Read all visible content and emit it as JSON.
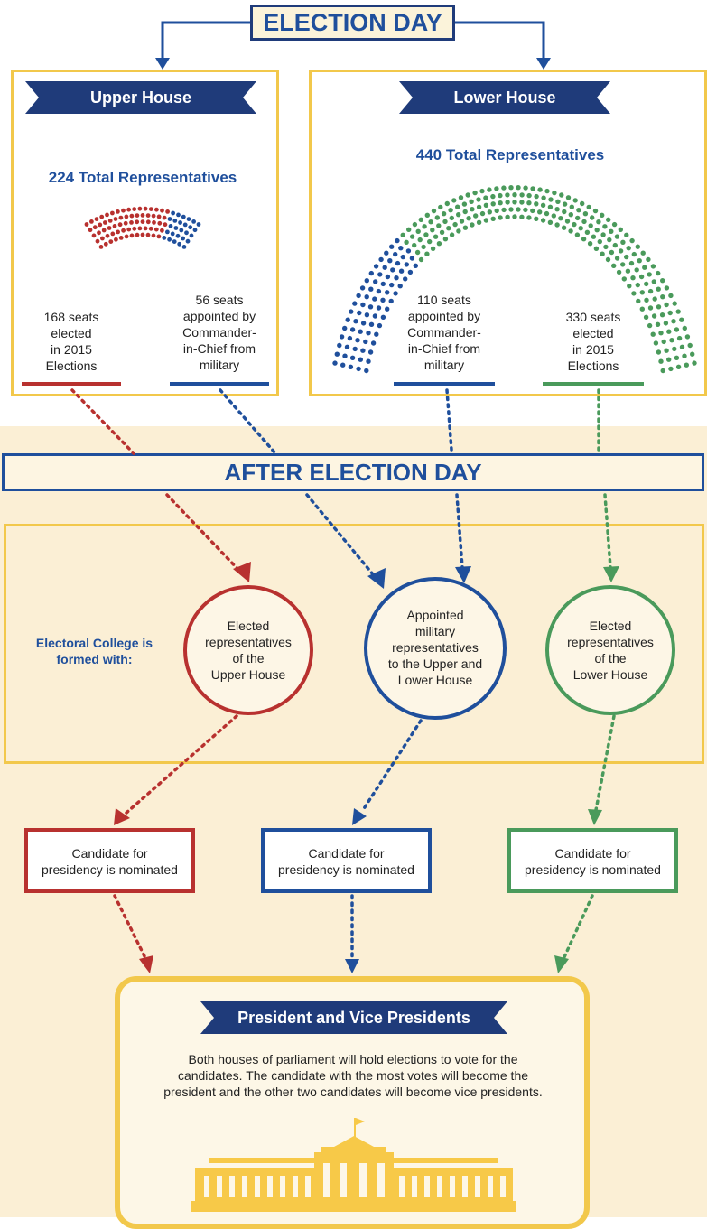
{
  "title": "ELECTION DAY",
  "after_title": "AFTER ELECTION DAY",
  "upper_house": {
    "banner": "Upper House",
    "total": "224 Total Representatives",
    "elected": "168 seats elected in 2015 Elections",
    "elected_lines": [
      "168 seats",
      "elected",
      "in 2015",
      "Elections"
    ],
    "appointed_lines": [
      "56 seats",
      "appointed by",
      "Commander-",
      "in-Chief from",
      "military"
    ],
    "seats_elected": 168,
    "seats_appointed": 56
  },
  "lower_house": {
    "banner": "Lower House",
    "total": "440 Total Representatives",
    "appointed_lines": [
      "110 seats",
      "appointed by",
      "Commander-",
      "in-Chief from",
      "military"
    ],
    "elected_lines": [
      "330 seats",
      "elected",
      "in 2015",
      "Elections"
    ],
    "seats_elected": 330,
    "seats_appointed": 110
  },
  "electoral_college": {
    "label_lines": [
      "Electoral College is",
      "formed with:"
    ],
    "circles": [
      {
        "lines": [
          "Elected",
          "representatives",
          "of the",
          "Upper House"
        ],
        "color": "#b8312f"
      },
      {
        "lines": [
          "Appointed",
          "military",
          "representatives",
          "to the Upper and",
          "Lower House"
        ],
        "color": "#1f4f9c"
      },
      {
        "lines": [
          "Elected",
          "representatives",
          "of the",
          "Lower House"
        ],
        "color": "#4a9a5b"
      }
    ]
  },
  "candidates": [
    {
      "lines": [
        "Candidate for",
        "presidency is nominated"
      ],
      "color": "#b8312f"
    },
    {
      "lines": [
        "Candidate for",
        "presidency is nominated"
      ],
      "color": "#1f4f9c"
    },
    {
      "lines": [
        "Candidate for",
        "presidency is nominated"
      ],
      "color": "#4a9a5b"
    }
  ],
  "president": {
    "banner": "President and Vice Presidents",
    "description_lines": [
      "Both houses of parliament will hold elections to vote for the",
      "candidates. The candidate with the most votes will become the",
      "president and the other two candidates will become vice presidents."
    ]
  },
  "colors": {
    "navy": "#1f3b7a",
    "blue": "#1f4f9c",
    "red": "#b8312f",
    "green": "#4a9a5b",
    "gold": "#f2c84b",
    "cream": "#fbefd5",
    "building": "#f7c948"
  }
}
